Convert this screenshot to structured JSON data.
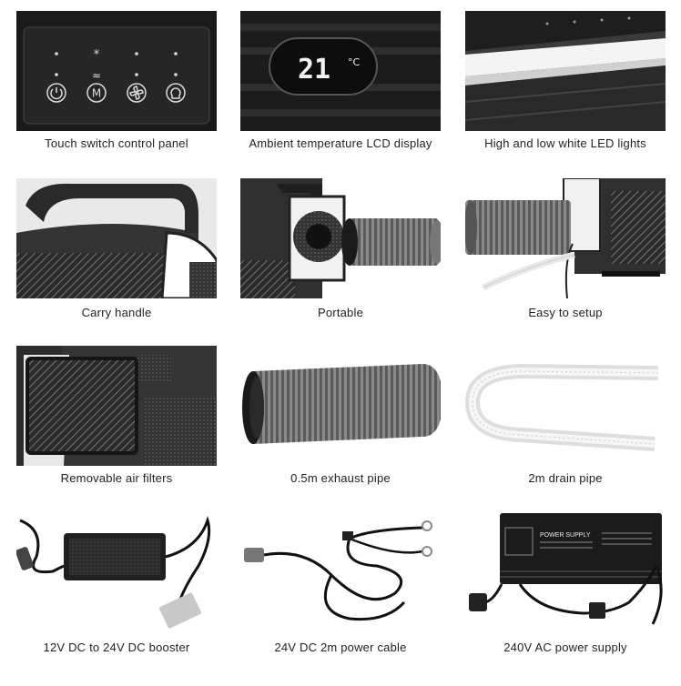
{
  "display": {
    "temperature": "21",
    "unit": "°C"
  },
  "panel": {
    "symbols": [
      "*",
      "≈"
    ],
    "buttons": [
      "power",
      "M",
      "fan",
      "light"
    ]
  },
  "items": [
    {
      "caption": "Touch switch control panel"
    },
    {
      "caption": "Ambient temperature LCD display"
    },
    {
      "caption": "High and low white LED lights"
    },
    {
      "caption": "Carry handle"
    },
    {
      "caption": "Portable"
    },
    {
      "caption": "Easy to setup"
    },
    {
      "caption": "Removable air filters"
    },
    {
      "caption": "0.5m exhaust pipe"
    },
    {
      "caption": "2m drain pipe"
    },
    {
      "caption": "12V DC to 24V DC booster"
    },
    {
      "caption": "24V DC 2m power cable"
    },
    {
      "caption": "240V AC power supply"
    }
  ],
  "power_supply_label": "POWER SUPPLY"
}
